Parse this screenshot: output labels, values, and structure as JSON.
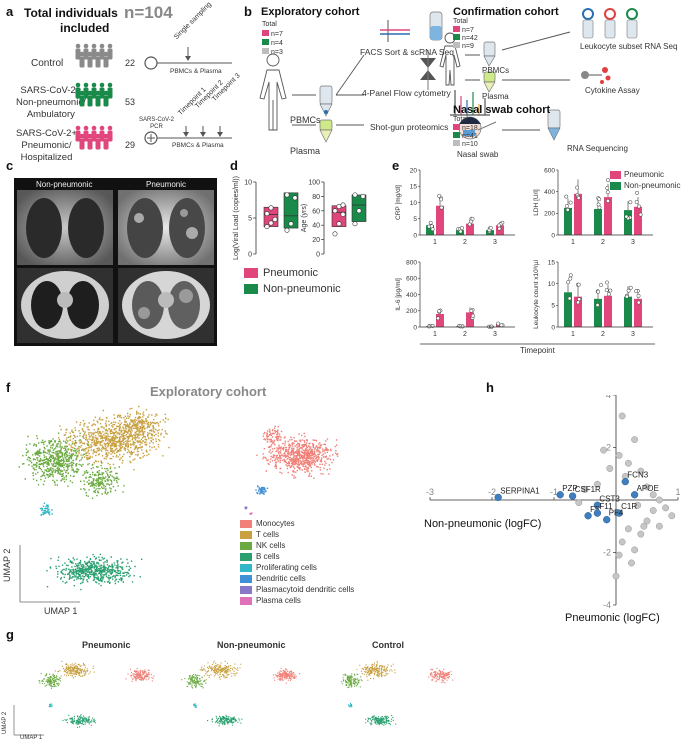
{
  "panels": {
    "a": {
      "label": "a",
      "title_line1": "Total individuals",
      "title_line2": "included",
      "n_total": "n=104",
      "groups": [
        {
          "name": "Control",
          "count": "22",
          "color": "#8a8a8a"
        },
        {
          "name_lines": [
            "SARS-CoV-2+",
            "Non-pneumonic/",
            "Ambulatory"
          ],
          "count": "53",
          "color": "#1a8a4a"
        },
        {
          "name_lines": [
            "SARS-CoV-2+",
            "Pneumonic/",
            "Hospitalized"
          ],
          "count": "29",
          "color": "#e0457b"
        }
      ],
      "single_sampling": "Single sampling",
      "pbmcs_plasma": "PBMCs & Plasma",
      "pcr_line1": "SARS-CoV-2",
      "pcr_line2": "PCR",
      "timepoints": [
        "Timepoint 1",
        "Timepoint 2",
        "Timepoint 3"
      ],
      "pbmcs_plasma_2": "PBMCs & Plasma"
    },
    "b": {
      "label": "b",
      "exploratory_title": "Exploratory cohort",
      "total": "Total",
      "exploratory_n": [
        "n=7",
        "n=4",
        "n=3"
      ],
      "pbmcs": "PBMCs",
      "plasma": "Plasma",
      "facs": "FACS Sort & scRNA Seq",
      "flow": "4-Panel Flow cytometry",
      "proteomics": "Shot-gun proteomics",
      "confirmation_title": "Confirmation cohort",
      "confirmation_n": [
        "n=7",
        "n=42",
        "n=9"
      ],
      "leukocyte_rna": "Leukocyte subset RNA Seq",
      "cytokine": "Cytokine Assay",
      "nasal_title": "Nasal swab cohort",
      "nasal_n": [
        "n=18",
        "n=41",
        "n=10"
      ],
      "nasal_swab": "Nasal swab",
      "rna_seq": "RNA Sequencing",
      "n_colors": [
        "#e0457b",
        "#1a8a4a",
        "#bdbdbd"
      ]
    },
    "c": {
      "label": "c",
      "col1": "Non-pneumonic",
      "col2": "Pneumonic"
    },
    "d": {
      "label": "d"
    },
    "e": {
      "label": "e"
    },
    "f": {
      "label": "f",
      "title": "Exploratory cohort",
      "xlabel": "UMAP 1",
      "ylabel": "UMAP 2",
      "legend": [
        {
          "name": "Monocytes",
          "color": "#f08078"
        },
        {
          "name": "T cells",
          "color": "#c8a040"
        },
        {
          "name": "NK cells",
          "color": "#6aaa40"
        },
        {
          "name": "B cells",
          "color": "#2aa070"
        },
        {
          "name": "Proliferating cells",
          "color": "#30b8c8"
        },
        {
          "name": "Dendritic cells",
          "color": "#4090d8"
        },
        {
          "name": "Plasmacytoid dendritic cells",
          "color": "#8878c8"
        },
        {
          "name": "Plasma cells",
          "color": "#e070b8"
        }
      ]
    },
    "g": {
      "label": "g",
      "titles": [
        "Pneumonic",
        "Non-pneumonic",
        "Control"
      ],
      "xlabel": "UMAP 1",
      "ylabel": "UMAP 2"
    },
    "h": {
      "label": "h"
    }
  },
  "chart_data": [
    {
      "id": "d-viral-load",
      "type": "bar",
      "ylabel": "Log(Viral Load (copies/ml))",
      "ylim": [
        0,
        10
      ],
      "yticks": [
        0,
        5,
        10
      ],
      "series": [
        {
          "name": "Pneumonic",
          "color": "#e0457b",
          "box": [
            3.8,
            5.5,
            6.5
          ],
          "points": [
            3.8,
            4.3,
            4.8,
            5.6,
            6.4
          ]
        },
        {
          "name": "Non-pneumonic",
          "color": "#1a8a4a",
          "box": [
            3.6,
            5.3,
            8.5
          ],
          "points": [
            3.3,
            4.2,
            7.8,
            8.2
          ]
        }
      ]
    },
    {
      "id": "d-age",
      "type": "bar",
      "ylabel": "Age (yrs)",
      "ylim": [
        0,
        100
      ],
      "yticks": [
        0,
        20,
        40,
        60,
        80,
        100
      ],
      "series": [
        {
          "name": "Pneumonic",
          "color": "#e0457b",
          "box": [
            38,
            58,
            67
          ],
          "points": [
            28,
            42,
            55,
            60,
            66,
            68
          ]
        },
        {
          "name": "Non-pneumonic",
          "color": "#1a8a4a",
          "box": [
            45,
            68,
            82
          ],
          "points": [
            42,
            60,
            80,
            82
          ]
        }
      ],
      "legend": [
        "Pneumonic",
        "Non-pneumonic"
      ]
    },
    {
      "id": "e-crp",
      "type": "bar",
      "ylabel": "CRP [mg/dl]",
      "ylim": [
        0,
        20
      ],
      "yticks": [
        0,
        5,
        10,
        15,
        20
      ],
      "categories": [
        "1",
        "2",
        "3"
      ],
      "series": [
        {
          "name": "Non-pneumonic",
          "color": "#1a8a4a",
          "values": [
            3.0,
            1.5,
            1.5
          ]
        },
        {
          "name": "Pneumonic",
          "color": "#e0457b",
          "values": [
            9.0,
            3.5,
            3.0
          ]
        }
      ]
    },
    {
      "id": "e-ldh",
      "type": "bar",
      "ylabel": "LDH [U/l]",
      "ylim": [
        0,
        600
      ],
      "yticks": [
        0,
        200,
        400,
        600
      ],
      "categories": [
        "1",
        "2",
        "3"
      ],
      "series": [
        {
          "name": "Non-pneumonic",
          "color": "#1a8a4a",
          "values": [
            250,
            240,
            230
          ]
        },
        {
          "name": "Pneumonic",
          "color": "#e0457b",
          "values": [
            380,
            350,
            260
          ]
        }
      ],
      "legend": [
        "Pneumonic",
        "Non-pneumonic"
      ]
    },
    {
      "id": "e-il6",
      "type": "bar",
      "ylabel": "IL-6 [pg/ml]",
      "ylim": [
        0,
        800
      ],
      "yticks": [
        0,
        200,
        400,
        600,
        800
      ],
      "categories": [
        "1",
        "2",
        "3"
      ],
      "series": [
        {
          "name": "Non-pneumonic",
          "color": "#1a8a4a",
          "values": [
            10,
            10,
            5
          ]
        },
        {
          "name": "Pneumonic",
          "color": "#e0457b",
          "values": [
            160,
            180,
            30
          ]
        }
      ]
    },
    {
      "id": "e-leuko",
      "type": "bar",
      "ylabel": "Leukocyte count x10³/µl",
      "ylim": [
        0,
        15
      ],
      "yticks": [
        0,
        5,
        10,
        15
      ],
      "categories": [
        "1",
        "2",
        "3"
      ],
      "series": [
        {
          "name": "Non-pneumonic",
          "color": "#1a8a4a",
          "values": [
            8.0,
            6.5,
            7.0
          ]
        },
        {
          "name": "Pneumonic",
          "color": "#e0457b",
          "values": [
            7.0,
            7.2,
            6.5
          ]
        }
      ]
    },
    {
      "id": "e-xlabel",
      "xlabel": "Timepoint"
    },
    {
      "id": "h-scatter",
      "type": "scatter",
      "xlim": [
        -3,
        1
      ],
      "ylim": [
        -4,
        4
      ],
      "xticks": [
        -3,
        -2,
        -1,
        1
      ],
      "yticks": [
        -4,
        -2,
        2,
        4
      ],
      "xlabel_neg": "Non-pneumonic (logFC)",
      "xlabel_pos": "Pneumonic (logFC)",
      "labeled": [
        {
          "label": "SERPINA1",
          "x": -1.9,
          "y": 0.1
        },
        {
          "label": "PZP",
          "x": -0.9,
          "y": 0.2
        },
        {
          "label": "CSF1R",
          "x": -0.7,
          "y": 0.15
        },
        {
          "label": "FCN3",
          "x": 0.15,
          "y": 0.7
        },
        {
          "label": "APOE",
          "x": 0.3,
          "y": 0.2
        },
        {
          "label": "CST3",
          "x": -0.3,
          "y": -0.2
        },
        {
          "label": "F5",
          "x": -0.45,
          "y": -0.6
        },
        {
          "label": "C1R",
          "x": 0.05,
          "y": -0.5
        },
        {
          "label": "PF4",
          "x": -0.15,
          "y": -0.75
        },
        {
          "label": "F11",
          "x": -0.3,
          "y": -0.5
        }
      ],
      "others": [
        [
          0.1,
          3.2
        ],
        [
          0.3,
          2.3
        ],
        [
          -0.2,
          1.9
        ],
        [
          0.05,
          1.7
        ],
        [
          0.2,
          1.4
        ],
        [
          -0.1,
          1.2
        ],
        [
          0.4,
          1.1
        ],
        [
          0.15,
          0.9
        ],
        [
          -0.3,
          0.6
        ],
        [
          0.5,
          0.5
        ],
        [
          0.6,
          0.2
        ],
        [
          0.35,
          -0.2
        ],
        [
          0.6,
          -0.4
        ],
        [
          0.8,
          -0.3
        ],
        [
          0.5,
          -0.8
        ],
        [
          0.2,
          -1.1
        ],
        [
          0.4,
          -1.3
        ],
        [
          0.1,
          -1.6
        ],
        [
          0.3,
          -1.9
        ],
        [
          0.05,
          -2.1
        ],
        [
          0.25,
          -2.4
        ],
        [
          0.0,
          -2.9
        ],
        [
          -0.5,
          0.4
        ],
        [
          -0.6,
          -0.1
        ],
        [
          0.7,
          0.0
        ],
        [
          0.9,
          -0.6
        ],
        [
          0.45,
          -1.0
        ],
        [
          0.7,
          -1.0
        ]
      ]
    }
  ]
}
